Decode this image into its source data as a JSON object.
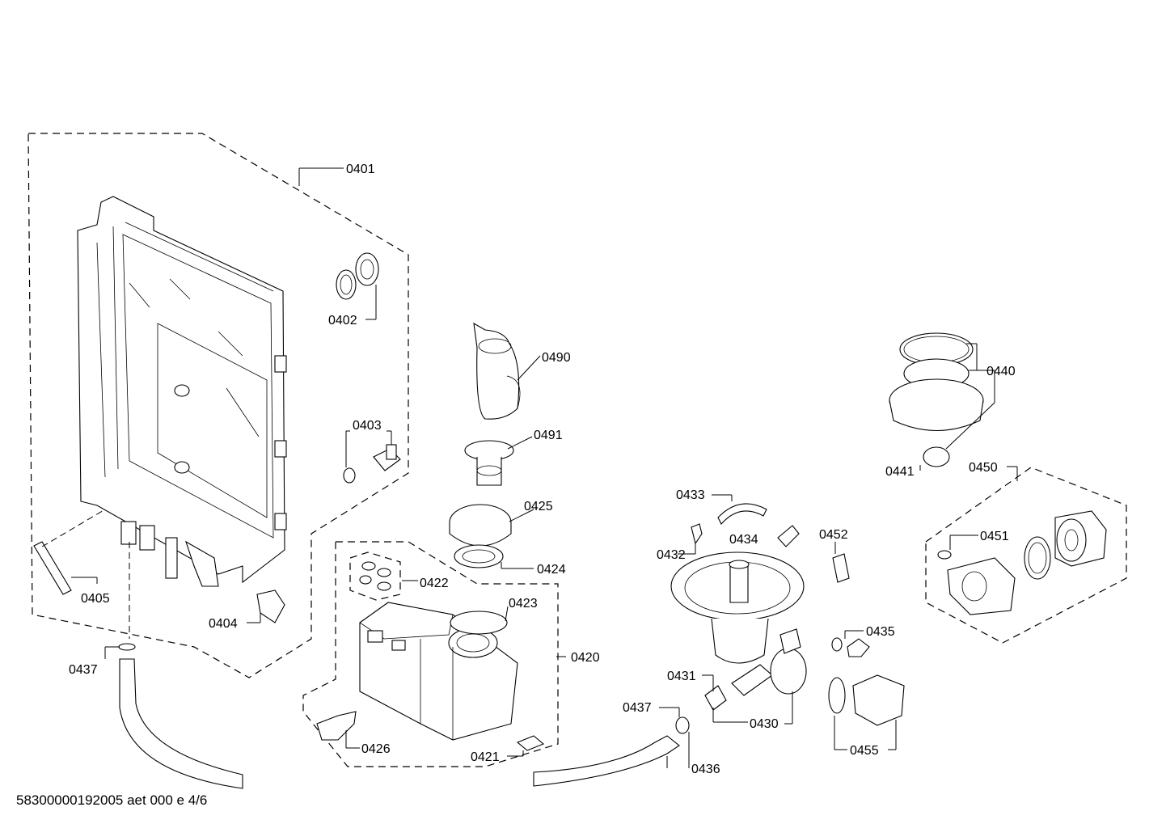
{
  "labels": {
    "p0401": "0401",
    "p0402": "0402",
    "p0403": "0403",
    "p0404": "0404",
    "p0405": "0405",
    "p0437a": "0437",
    "p0490": "0490",
    "p0491": "0491",
    "p0425": "0425",
    "p0424": "0424",
    "p0422": "0422",
    "p0423": "0423",
    "p0420": "0420",
    "p0426": "0426",
    "p0421": "0421",
    "p0437b": "0437",
    "p0436": "0436",
    "p0433": "0433",
    "p0432": "0432",
    "p0434": "0434",
    "p0452": "0452",
    "p0431": "0431",
    "p0430": "0430",
    "p0435": "0435",
    "p0455": "0455",
    "p0440": "0440",
    "p0441": "0441",
    "p0450": "0450",
    "p0451": "0451"
  },
  "footer": "58300000192005 aet 000 e 4/6"
}
